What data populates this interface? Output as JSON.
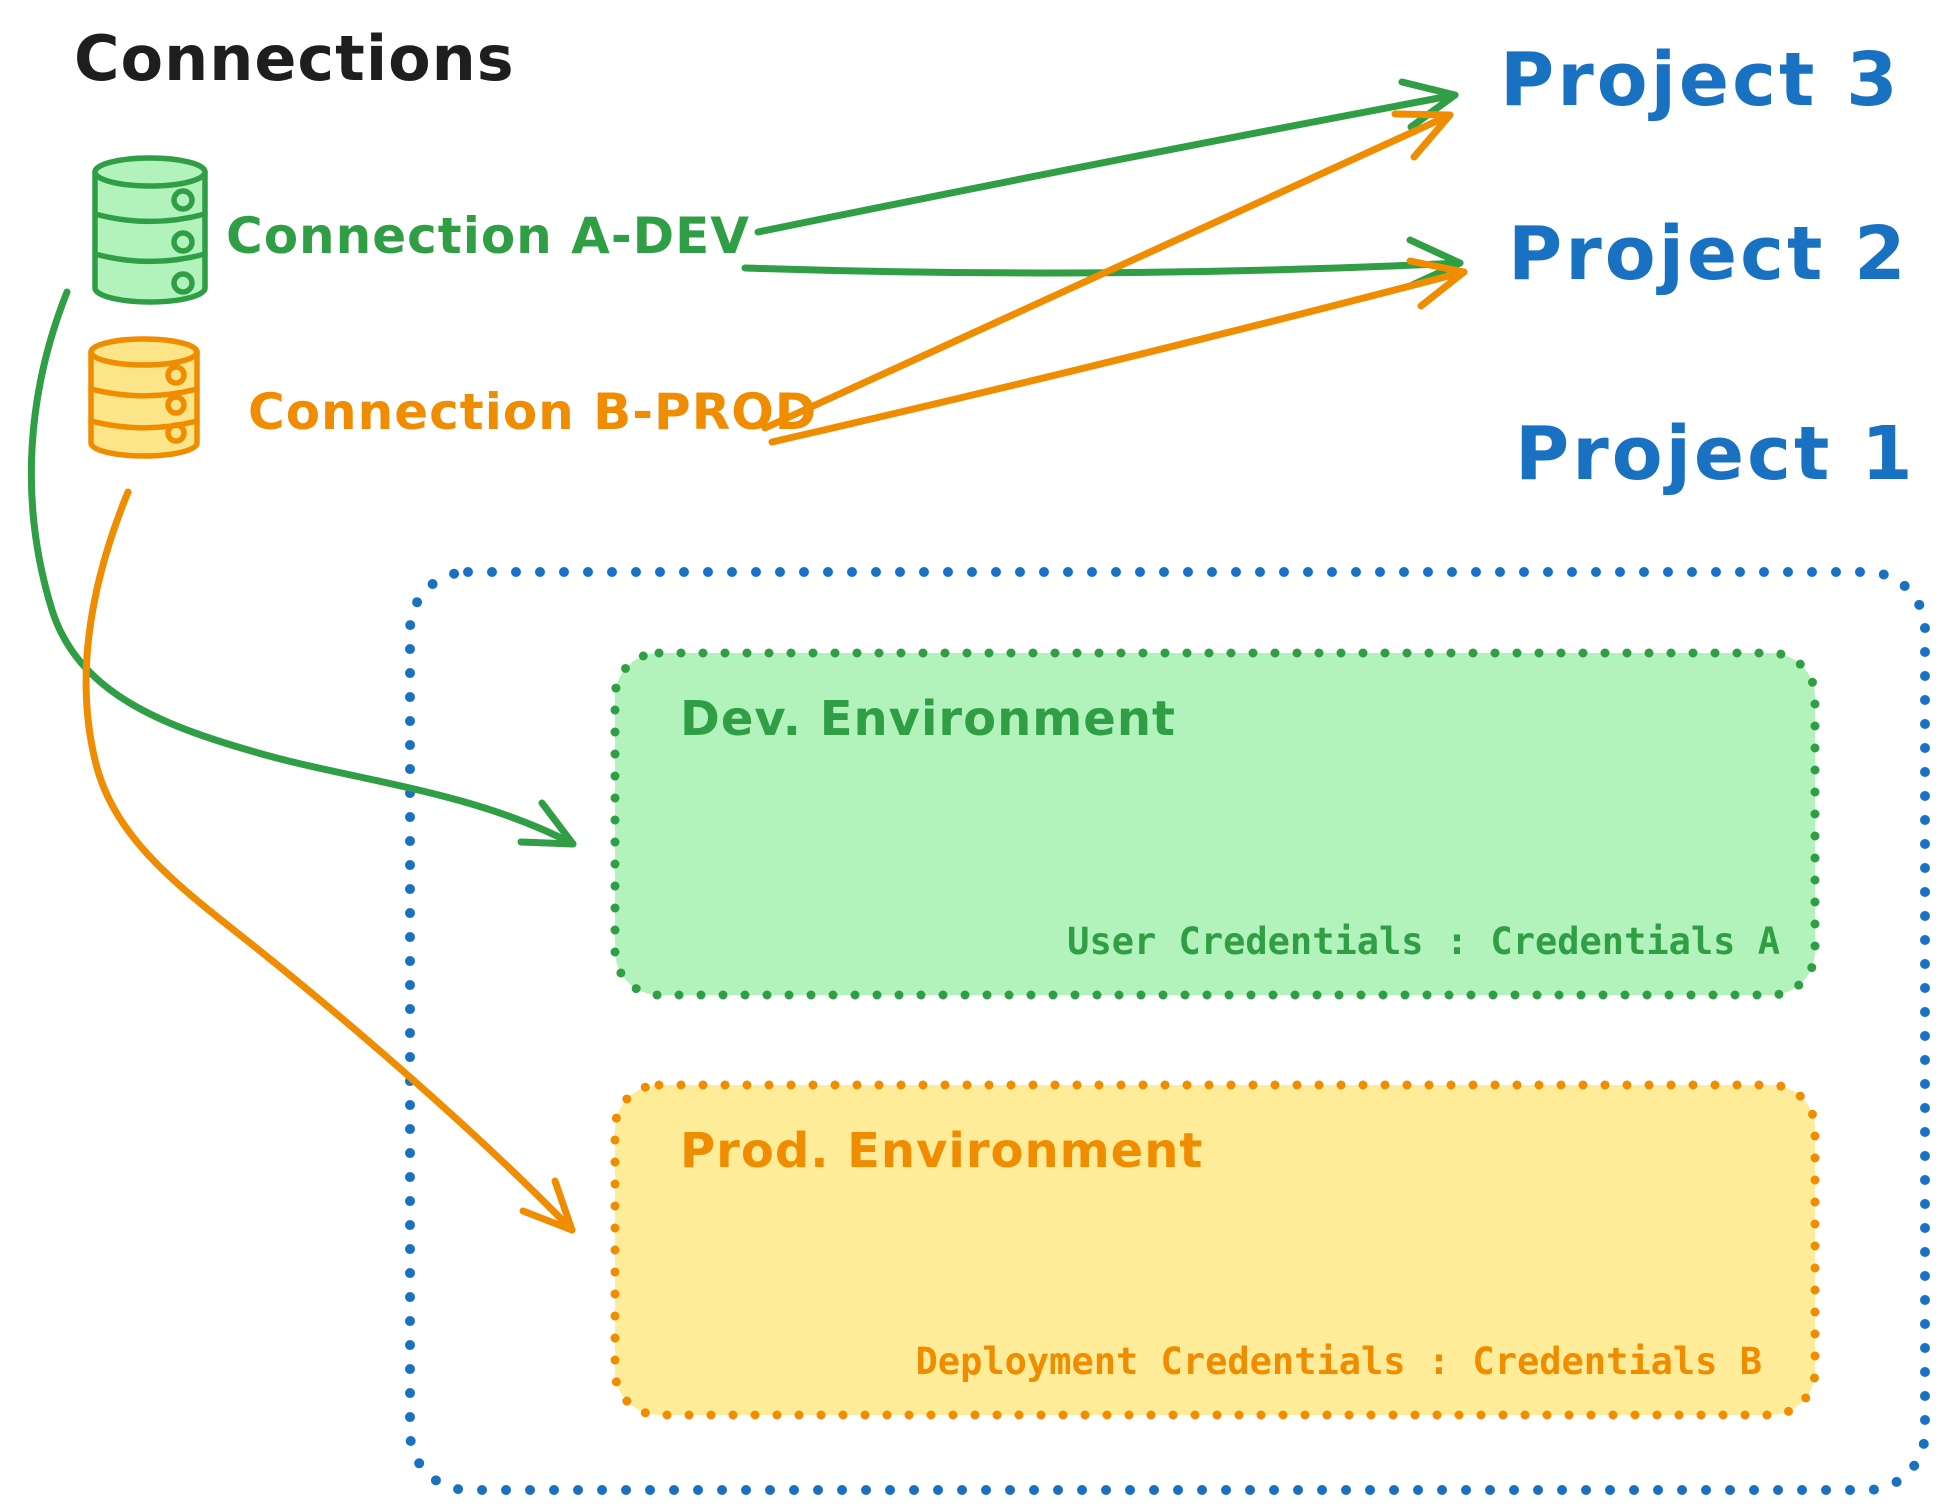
{
  "diagram_title": "Connections",
  "connections": [
    {
      "label": "Connection A-DEV",
      "icon": "database-icon",
      "color": "#2f9e44"
    },
    {
      "label": "Connection B-PROD",
      "icon": "database-icon",
      "color": "#f08c00"
    }
  ],
  "projects": [
    {
      "label": "Project 3"
    },
    {
      "label": "Project 2"
    },
    {
      "label": "Project 1"
    }
  ],
  "project1_detail": {
    "environments": [
      {
        "title": "Dev. Environment",
        "credentials": "User Credentials : Credentials A",
        "accent": "#2f9e44",
        "fill": "#b2f2bb"
      },
      {
        "title": "Prod. Environment",
        "credentials": "Deployment Credentials : Credentials B",
        "accent": "#f08c00",
        "fill": "#ffec99"
      }
    ]
  },
  "edges": [
    {
      "from": "Connection A-DEV",
      "to": "Project 3",
      "color": "#2f9e44"
    },
    {
      "from": "Connection A-DEV",
      "to": "Project 2",
      "color": "#2f9e44"
    },
    {
      "from": "Connection B-PROD",
      "to": "Project 3",
      "color": "#f08c00"
    },
    {
      "from": "Connection B-PROD",
      "to": "Project 2",
      "color": "#f08c00"
    },
    {
      "from": "Connection A-DEV",
      "to": "Dev. Environment",
      "color": "#2f9e44"
    },
    {
      "from": "Connection B-PROD",
      "to": "Prod. Environment",
      "color": "#f08c00"
    }
  ],
  "colors": {
    "ink": "#1e1e1e",
    "green": "#2f9e44",
    "orange": "#f08c00",
    "blue": "#1971c2",
    "green_fill": "#b2f2bb",
    "yellow_fill": "#ffec99",
    "cylinder_green_fill": "#b2f2bb",
    "cylinder_yellow_fill": "#fce588"
  }
}
